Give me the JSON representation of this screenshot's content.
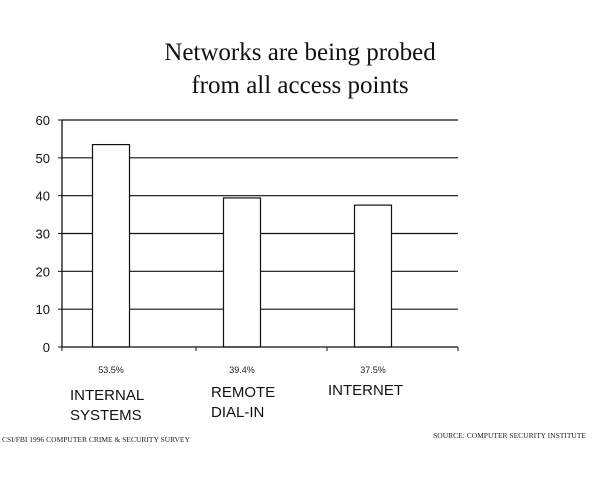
{
  "chart_data": {
    "type": "bar",
    "title": "Networks are being probed from all access points",
    "title_lines": [
      "Networks are being probed",
      "from all access points"
    ],
    "categories": [
      "INTERNAL SYSTEMS",
      "REMOTE DIAL-IN",
      "INTERNET"
    ],
    "category_lines": [
      [
        "INTERNAL",
        "SYSTEMS"
      ],
      [
        "REMOTE",
        "DIAL-IN"
      ],
      [
        "INTERNET"
      ]
    ],
    "values": [
      53.5,
      39.4,
      37.5
    ],
    "value_labels": [
      "53.5%",
      "39.4%",
      "37.5%"
    ],
    "yticks": [
      0,
      10,
      20,
      30,
      40,
      50,
      60
    ],
    "ylim": [
      0,
      60
    ],
    "grid": true,
    "xlabel": "",
    "ylabel": "",
    "colors": {
      "bar_fill": "#ffffff",
      "bar_stroke": "#111111",
      "grid": "#111111"
    }
  },
  "footer": {
    "left": "CSI/FBI 1996 COMPUTER CRIME & SECURITY SURVEY",
    "right": "SOURCE: COMPUTER SECURITY INSTITUTE"
  }
}
